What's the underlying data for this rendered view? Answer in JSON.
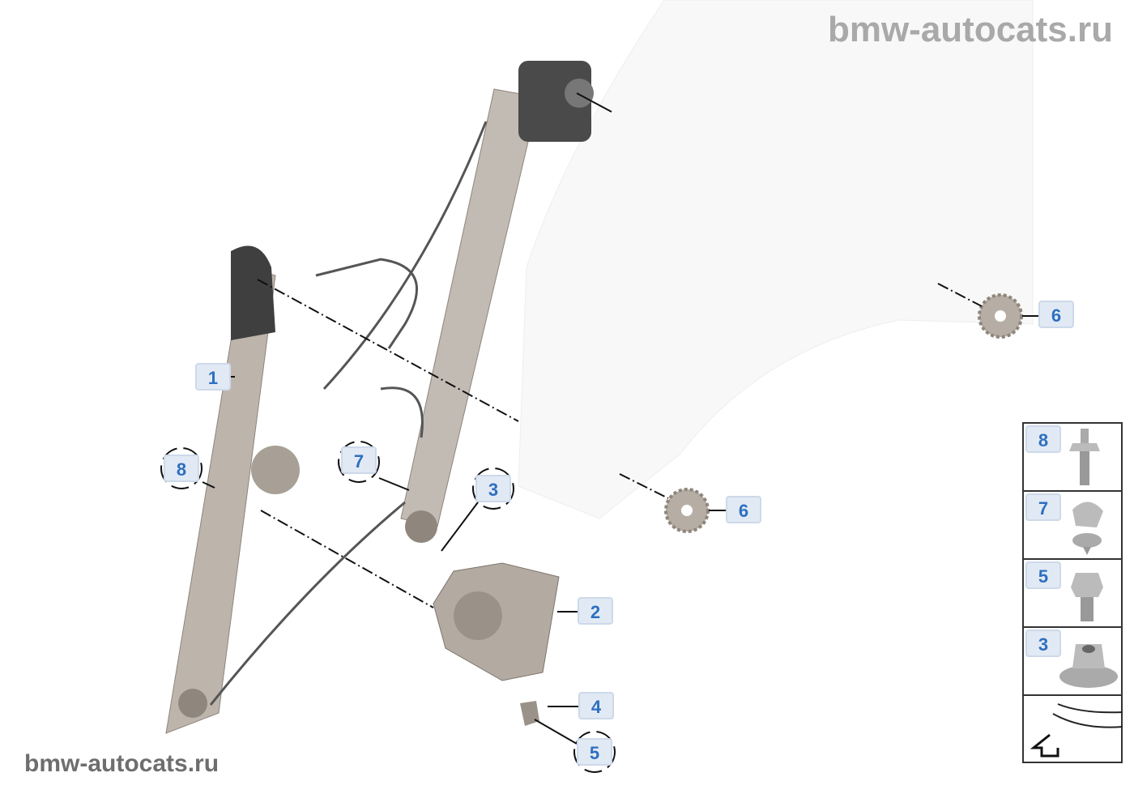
{
  "watermarks": {
    "top": "bmw-autocats.ru",
    "bottom": "bmw-autocats.ru"
  },
  "callouts": [
    {
      "id": "c1",
      "label": "1"
    },
    {
      "id": "c2",
      "label": "2"
    },
    {
      "id": "c3",
      "label": "3"
    },
    {
      "id": "c4",
      "label": "4"
    },
    {
      "id": "c5",
      "label": "5"
    },
    {
      "id": "c6a",
      "label": "6"
    },
    {
      "id": "c6b",
      "label": "6"
    },
    {
      "id": "c7",
      "label": "7"
    },
    {
      "id": "c8",
      "label": "8"
    }
  ],
  "legend": [
    {
      "label": "8",
      "part": "stud-bolt-icon"
    },
    {
      "label": "7",
      "part": "cable-clip-icon"
    },
    {
      "label": "5",
      "part": "hex-bolt-icon"
    },
    {
      "label": "3",
      "part": "collar-nut-icon"
    }
  ],
  "colors": {
    "badge_text": "#2e6fbf",
    "badge_bg": "#e1eaf4",
    "metal": "#b9b1a8"
  }
}
